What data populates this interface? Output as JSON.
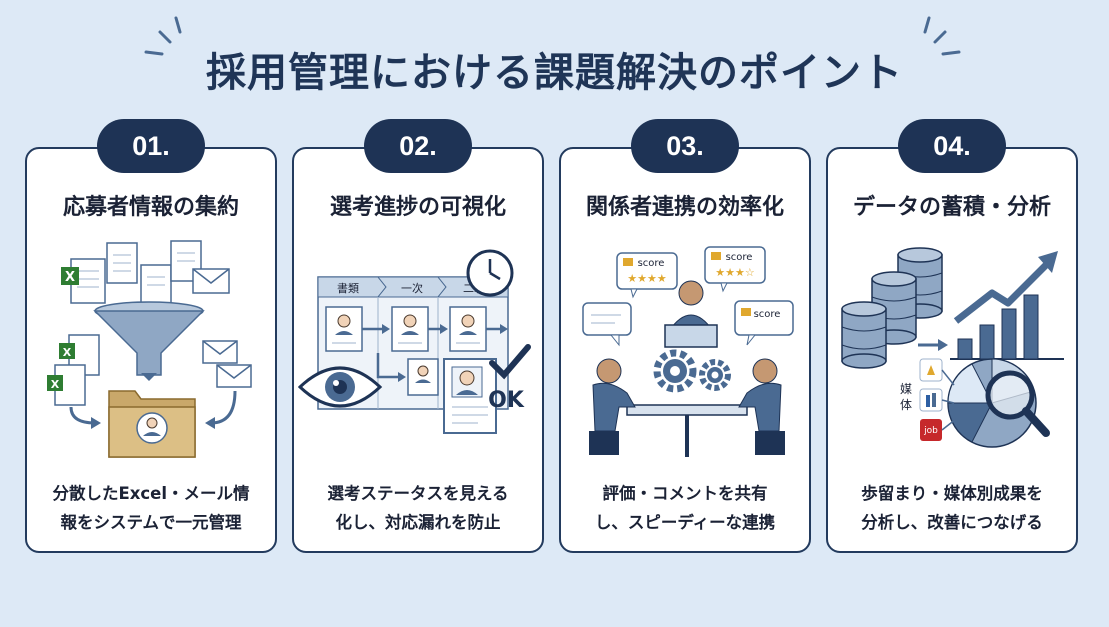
{
  "title": "採用管理における課題解決のポイント",
  "cards": [
    {
      "number": "01.",
      "title": "応募者情報の集約",
      "description": [
        "分散したExcel・メール情",
        "報をシステムで一元管理"
      ],
      "illustration": {
        "file_badge": "X",
        "icons": [
          "excel-file-icon",
          "document-icon",
          "mail-icon",
          "funnel-icon",
          "folder-icon",
          "person-icon"
        ]
      }
    },
    {
      "number": "02.",
      "title": "選考進捗の可視化",
      "description": [
        "選考ステータスを見える",
        "化し、対応漏れを防止"
      ],
      "illustration": {
        "stages": [
          "書類",
          "一次",
          "二次"
        ],
        "ok_label": "OK",
        "icons": [
          "clock-icon",
          "eye-icon",
          "checkmark-icon",
          "profile-card-icon"
        ]
      }
    },
    {
      "number": "03.",
      "title": "関係者連携の効率化",
      "description": [
        "評価・コメントを共有",
        "し、スピーディーな連携"
      ],
      "illustration": {
        "score_label": "score",
        "icons": [
          "speech-bubble-icon",
          "star-icon",
          "gear-icon",
          "person-icon",
          "meeting-table-icon"
        ]
      }
    },
    {
      "number": "04.",
      "title": "データの蓄積・分析",
      "description": [
        "歩留まり・媒体別成果を",
        "分析し、改善につなげる"
      ],
      "illustration": {
        "media_label": [
          "媒",
          "体"
        ],
        "job_label": "job",
        "icons": [
          "database-icon",
          "bar-chart-icon",
          "trend-arrow-icon",
          "pie-chart-icon",
          "magnifier-icon"
        ]
      }
    }
  ],
  "colors": {
    "navy": "#1e3355",
    "steel": "#4a6a92",
    "light_blue": "#dde9f6",
    "funnel": "#8fa7c4",
    "folder": "#c9a86a",
    "excel_green": "#2e7d32",
    "star": "#e0a82e"
  }
}
